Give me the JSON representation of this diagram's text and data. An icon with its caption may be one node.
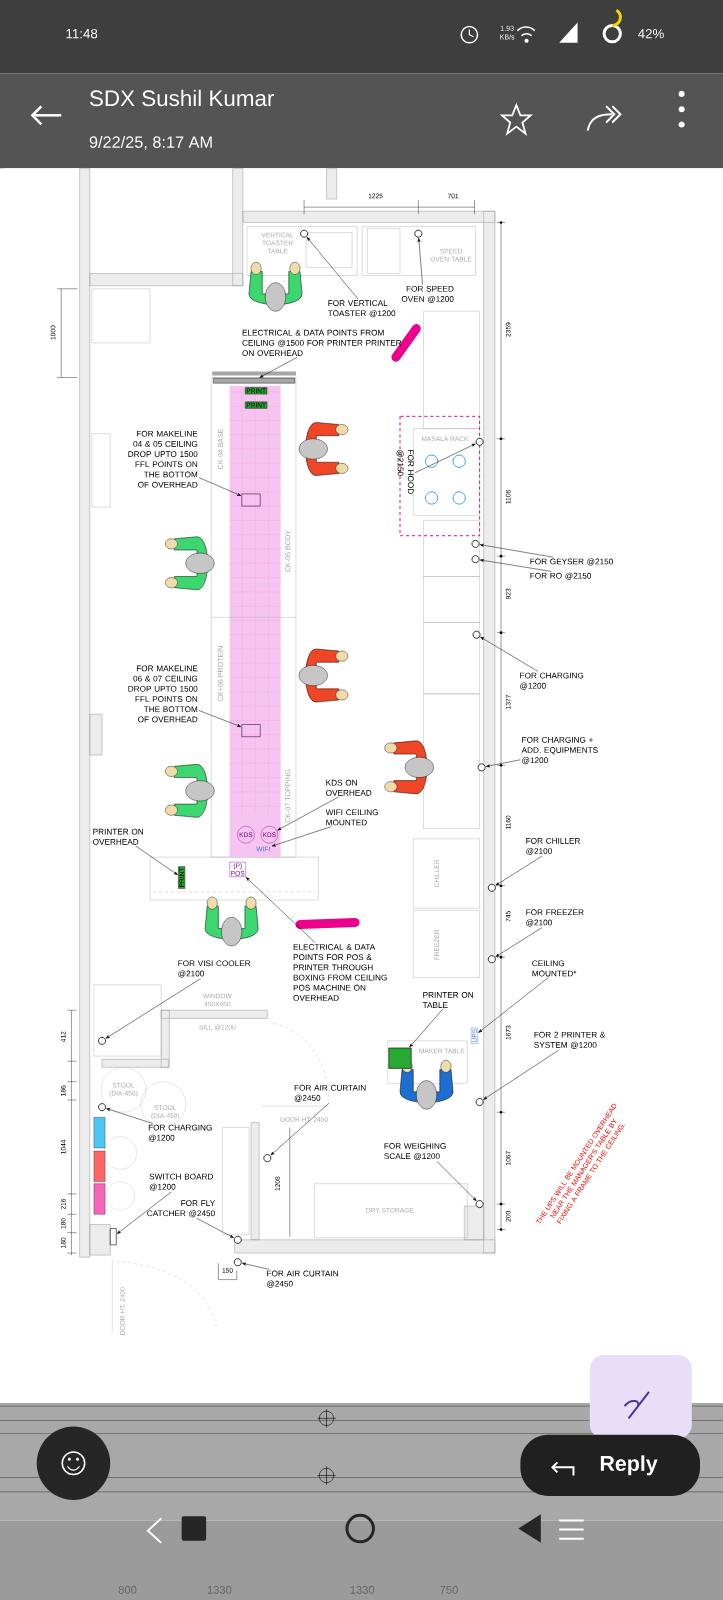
{
  "diagram": {
    "nodes": [
      {
        "text": [
          "FOR VERTICAL TOASTER @1200"
        ]
      },
      {
        "text": [
          "FOR SPEED OVEN @1200"
        ]
      },
      {
        "text": [
          "ELECTRICAL & DATA POINTS FROM CEILING @1500 FOR PRINTER PRINTER ON OVERHEAD"
        ]
      },
      {
        "text": [
          "FOR MAKELINE 04 & 05 CEILING DROP UPTO 1500 FFL POINTS ON THE BOTTOM OF OVERHEAD"
        ]
      },
      {
        "text": [
          "FOR MAKELINE 06 & 07 CEILING DROP UPTO 1500 FFL POINTS ON THE BOTTOM OF OVERHEAD"
        ]
      },
      {
        "text": [
          "FOR GEYSER @2150"
        ]
      },
      {
        "text": [
          "FOR RO @2150"
        ]
      },
      {
        "text": [
          "FOR CHARGING @1200"
        ]
      },
      {
        "text": [
          "FOR CHARGING + ADD. EQUIPMENTS @1200"
        ]
      },
      {
        "text": [
          "KDS ON OVERHEAD"
        ]
      },
      {
        "text": [
          "WIFI CEILING MOUNTED"
        ]
      },
      {
        "text": [
          "PRINTER ON OVERHEAD"
        ]
      },
      {
        "text": [
          "FOR CHILLER @2100"
        ]
      },
      {
        "text": [
          "FOR FREEZER @2100"
        ]
      },
      {
        "text": [
          "ELECTRICAL & DATA POINTS FOR POS & PRINTER THROUGH BOXING FROM CEILING POS MACHINE ON OVERHEAD"
        ]
      },
      {
        "text": [
          "FOR VISI COOLER @2100"
        ]
      },
      {
        "text": [
          "CEILING MOUNTED*"
        ]
      },
      {
        "text": [
          "PRINTER ON TABLE"
        ]
      },
      {
        "text": [
          "FOR 2 PRINTER & SYSTEM @1200"
        ]
      },
      {
        "text": [
          "FOR AIR CURTAIN @2450"
        ]
      },
      {
        "text": [
          "FOR CHARGING @1200"
        ]
      },
      {
        "text": [
          "SWITCH BOARD @1200"
        ]
      },
      {
        "text": [
          "FOR FLY CATCHER @2450"
        ]
      },
      {
        "text": [
          "FOR WEIGHING SCALE @1200"
        ]
      },
      {
        "text": [
          "FOR AIR CURTAIN @2450"
        ]
      },
      {
        "text": [
          "FOR HOOD @2150"
        ]
      },
      {
        "text": [],
        "shape": "circle"
      },
      {
        "text": [],
        "shape": "circle"
      },
      {
        "text": [],
        "shape": "bar"
      },
      {
        "text": [],
        "shape": "box"
      },
      {
        "text": [],
        "shape": "box"
      },
      {
        "text": [],
        "shape": "circle"
      },
      {
        "text": [],
        "shape": "circle"
      },
      {
        "text": [],
        "shape": "circle"
      },
      {
        "text": [],
        "shape": "circle"
      },
      {
        "text": [
          "KDS"
        ]
      },
      {
        "text": [
          "WIFI"
        ]
      },
      {
        "text": [
          "PRINT"
        ]
      },
      {
        "text": [],
        "shape": "circle"
      },
      {
        "text": [],
        "shape": "circle"
      },
      {
        "text": [
          "(P)",
          "POS"
        ]
      },
      {
        "text": [],
        "shape": "circle"
      },
      {
        "text": [
          "UPS"
        ]
      },
      {
        "text": [],
        "shape": "box"
      },
      {
        "text": [],
        "shape": "circle"
      },
      {
        "text": [],
        "shape": "circle"
      },
      {
        "text": [],
        "shape": "circle"
      },
      {
        "text": [],
        "shape": "box"
      },
      {
        "text": [],
        "shape": "circle"
      },
      {
        "text": [],
        "shape": "circle"
      },
      {
        "text": [],
        "shape": "circle"
      },
      {
        "text": [],
        "shape": "circle"
      },
      {
        "text": [
          "KDS"
        ]
      }
    ],
    "edges": [
      {
        "from": 0,
        "to": 26,
        "arrow": "to"
      },
      {
        "from": 1,
        "to": 27,
        "arrow": "to"
      },
      {
        "from": 2,
        "to": 28,
        "arrow": "to"
      },
      {
        "from": 3,
        "to": 29,
        "arrow": "to"
      },
      {
        "from": 4,
        "to": 30,
        "arrow": "to"
      },
      {
        "from": 5,
        "to": 31,
        "arrow": "to"
      },
      {
        "from": 6,
        "to": 32,
        "arrow": "to"
      },
      {
        "from": 7,
        "to": 33,
        "arrow": "to"
      },
      {
        "from": 8,
        "to": 34,
        "arrow": "to"
      },
      {
        "from": 9,
        "to": 35,
        "arrow": "to"
      },
      {
        "from": 10,
        "to": 36,
        "arrow": "to"
      },
      {
        "from": 11,
        "to": 37,
        "arrow": "to"
      },
      {
        "from": 12,
        "to": 38,
        "arrow": "to"
      },
      {
        "from": 13,
        "to": 39,
        "arrow": "to"
      },
      {
        "from": 14,
        "to": 40,
        "arrow": "to"
      },
      {
        "from": 15,
        "to": 41,
        "arrow": "to"
      },
      {
        "from": 16,
        "to": 42,
        "arrow": "to"
      },
      {
        "from": 17,
        "to": 43,
        "arrow": "to"
      },
      {
        "from": 18,
        "to": 44,
        "arrow": "to"
      },
      {
        "from": 19,
        "to": 45,
        "arrow": "to"
      },
      {
        "from": 20,
        "to": 46,
        "arrow": "to"
      },
      {
        "from": 21,
        "to": 47,
        "arrow": "to"
      },
      {
        "from": 22,
        "to": 48,
        "arrow": "to"
      },
      {
        "from": 23,
        "to": 49,
        "arrow": "to"
      },
      {
        "from": 24,
        "to": 50,
        "arrow": "to"
      },
      {
        "from": 25,
        "to": 51,
        "arrow": "to"
      }
    ],
    "labels": [
      "11:48",
      "1.93 KB/s",
      "42%",
      "SDX Sushil Kumar",
      "9/22/25, 8:17 AM",
      "1225",
      "701",
      "1000",
      "2359",
      "1108",
      "923",
      "1377",
      "1160",
      "745",
      "1673",
      "1067",
      "200",
      "412",
      "186",
      "1044",
      "216",
      "180",
      "180",
      "1208",
      "150",
      "PRINT",
      "PRINT",
      "CK-04 BASE",
      "CK-05 BODY",
      "CK+06 PROTEIN",
      "CK-07 TOPPING",
      "VERTICAL TOASTER TABLE",
      "SPEED OVEN TABLE",
      "MASALA RACK",
      "CHILLER",
      "FREEZER",
      "WINDOW 450X450",
      "SILL @1200",
      "MAKER TABLE",
      "DOOR HT. 2450",
      "STOOL (DIA-450)",
      "STOOL (DIA-450)",
      "DRY STORAGE",
      "DOOR HT. 2400",
      "THE UPS WILL BE MOUNTED OVERHEAD NEAR THE MANAGER'S TABLE BY FIXING A FRAME TO THE CEILING.",
      "Reply",
      "800",
      "1330",
      "1330",
      "750"
    ]
  }
}
